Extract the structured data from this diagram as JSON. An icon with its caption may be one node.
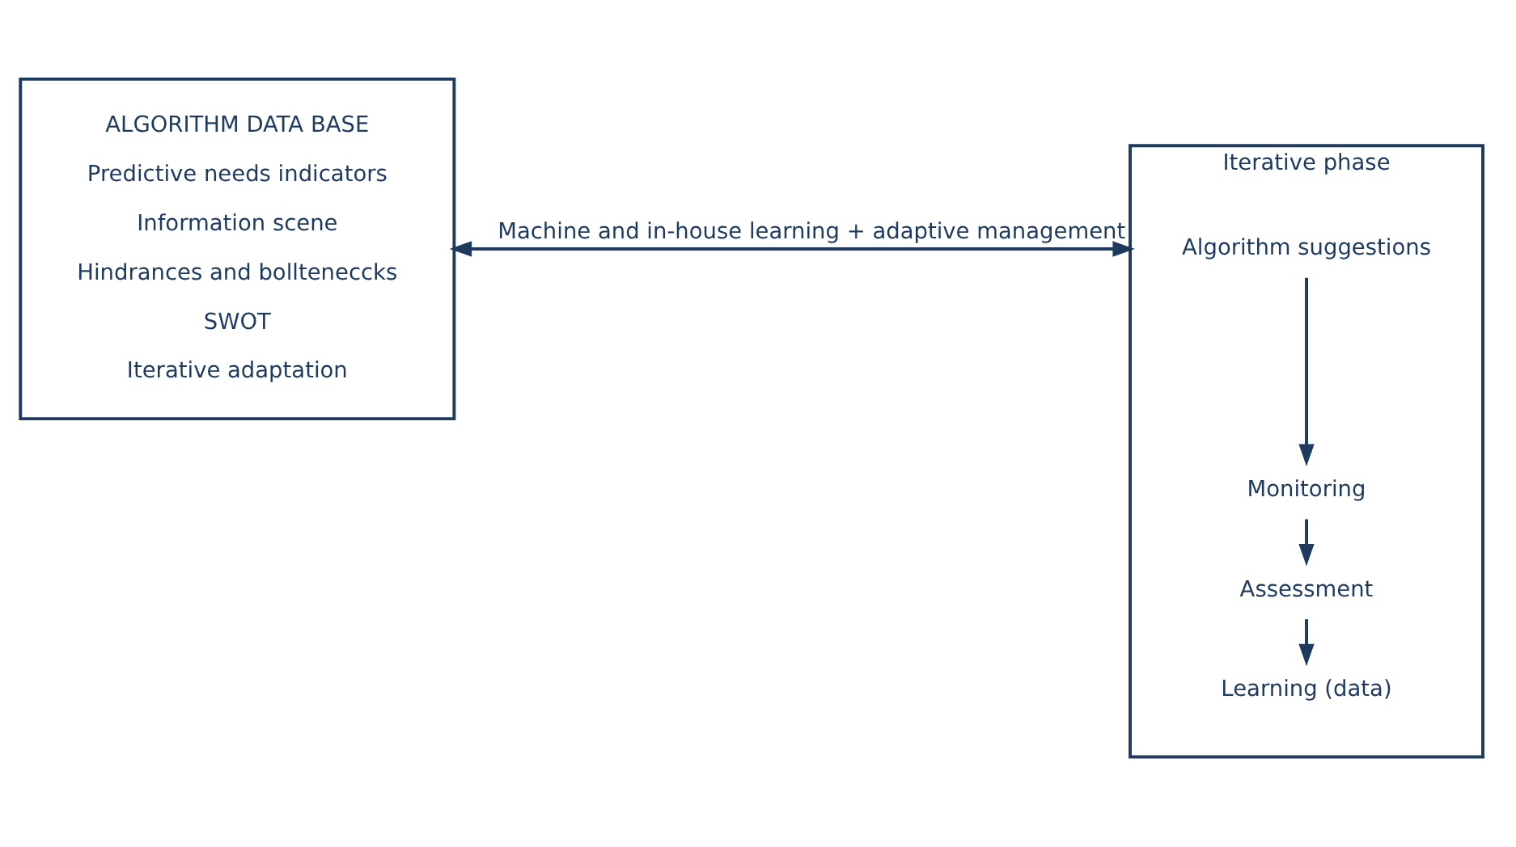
{
  "diagram": {
    "nodes": [
      {
        "text": [
          "ALGORITHM DATA BASE",
          "Predictive needs indicators",
          "Information scene",
          "Hindrances and bollteneccks",
          "SWOT",
          "Iterative adaptation"
        ]
      },
      {
        "text": [
          "Iterative phase"
        ]
      },
      {
        "text": [
          "Algorithm suggestions"
        ],
        "in": 1
      },
      {
        "text": [
          "Monitoring"
        ],
        "in": 1
      },
      {
        "text": [
          "Assessment"
        ],
        "in": 1
      },
      {
        "text": [
          "Learning (data)"
        ],
        "in": 1
      }
    ],
    "edges": [
      {
        "from": 0,
        "to": 1,
        "arrow": "both",
        "label": "Machine and in-house learning + adaptive management"
      },
      {
        "from": 2,
        "to": 3,
        "arrow": "to"
      },
      {
        "from": 3,
        "to": 4,
        "arrow": "to"
      },
      {
        "from": 4,
        "to": 5,
        "arrow": "to"
      }
    ]
  }
}
